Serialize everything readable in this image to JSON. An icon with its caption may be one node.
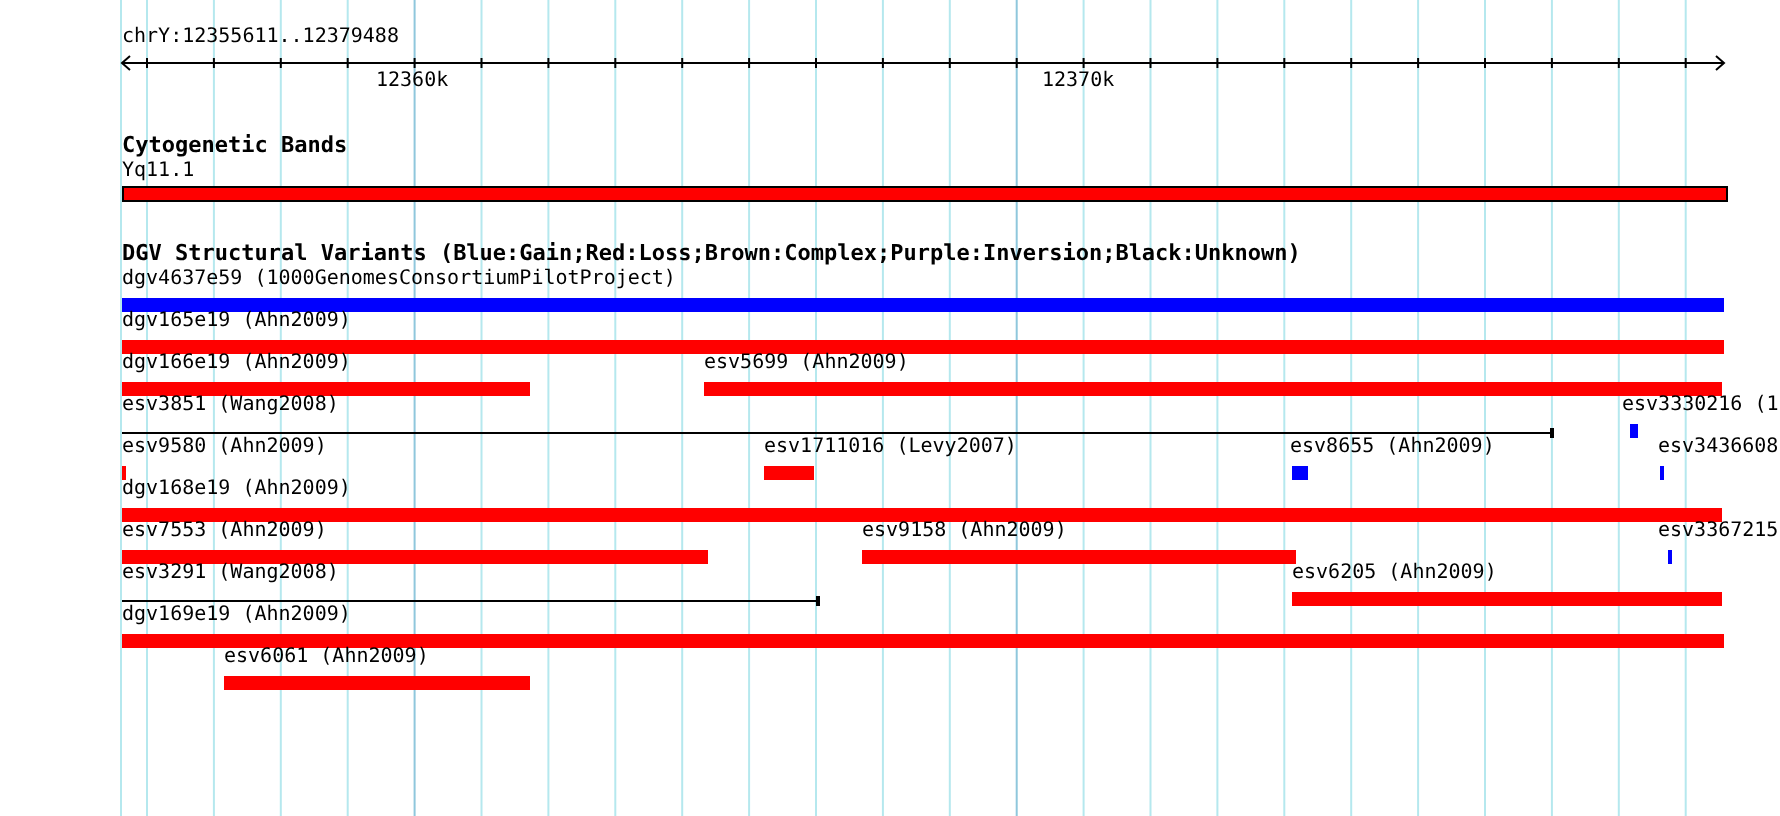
{
  "diagram": {
    "nodes": [
      {
        "text": [
          "Yq11.1"
        ]
      },
      {
        "text": [
          "dgv4637e59 (1000GenomesConsortiumPilotProject)"
        ]
      },
      {
        "text": [
          "dgv165e19 (Ahn2009)"
        ]
      },
      {
        "text": [
          "dgv166e19 (Ahn2009)"
        ]
      },
      {
        "text": [
          "esv5699 (Ahn2009)"
        ]
      },
      {
        "text": [
          "esv3851 (Wang2008)"
        ]
      },
      {
        "text": [
          "esv3330216 (1"
        ]
      },
      {
        "text": [
          "esv9580 (Ahn2009)"
        ]
      },
      {
        "text": [
          "esv1711016 (Levy2007)"
        ]
      },
      {
        "text": [
          "esv8655 (Ahn2009)"
        ]
      },
      {
        "text": [
          "esv3436608"
        ]
      },
      {
        "text": [
          "dgv168e19 (Ahn2009)"
        ]
      },
      {
        "text": [
          "esv7553 (Ahn2009)"
        ]
      },
      {
        "text": [
          "esv9158 (Ahn2009)"
        ]
      },
      {
        "text": [
          "esv3367215"
        ]
      },
      {
        "text": [
          "esv3291 (Wang2008)"
        ]
      },
      {
        "text": [
          "esv6205 (Ahn2009)"
        ]
      },
      {
        "text": [
          "dgv169e19 (Ahn2009)"
        ]
      },
      {
        "text": [
          "esv6061 (Ahn2009)"
        ]
      }
    ],
    "labels": [
      "chrY:12355611..12379488",
      "12360k",
      "12370k",
      "Cytogenetic Bands",
      "DGV Structural Variants (Blue:Gain;Red:Loss;Brown:Complex;Purple:Inversion;Black:Unknown)"
    ]
  }
}
